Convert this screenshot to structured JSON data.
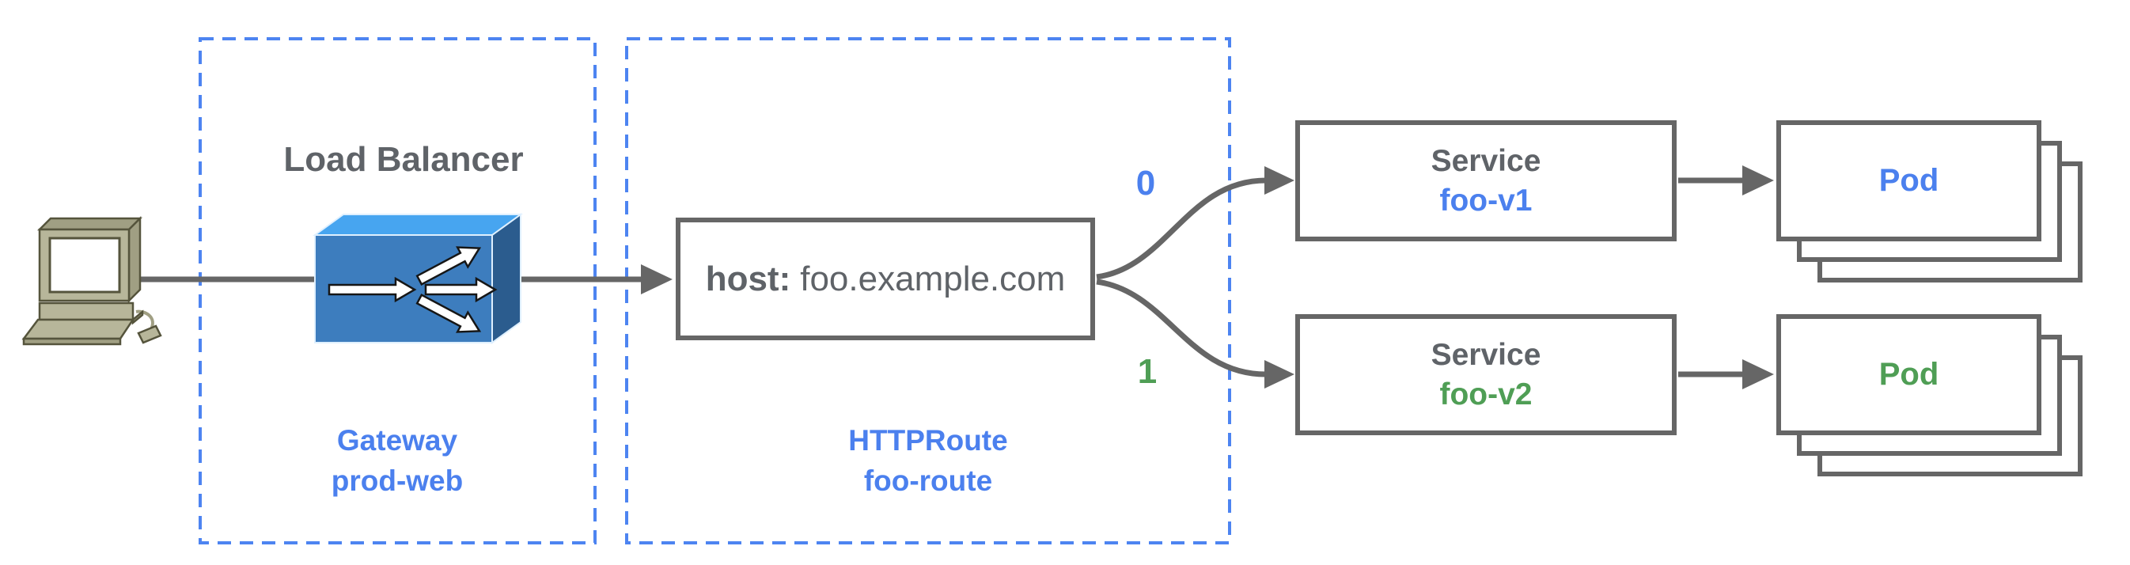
{
  "colors": {
    "accent_blue": "#4b80ee",
    "accent_green": "#4f9e55",
    "dash_blue": "#4d84f1",
    "line_gray": "#666666",
    "text_gray": "#5f6368",
    "computer_body": "#b7b69a",
    "computer_shade": "#a09f83",
    "computer_outline": "#55543c",
    "lb_front": "#3d7dbe",
    "lb_top": "#47a5f0",
    "lb_side": "#2b5c8e"
  },
  "gateway_group": {
    "title": "Load Balancer",
    "kind_label": "Gateway",
    "resource_name": "prod-web"
  },
  "route_group": {
    "kind_label": "HTTPRoute",
    "resource_name": "foo-route",
    "host_key": "host:",
    "host_value": "foo.example.com"
  },
  "branches": [
    {
      "weight": "0",
      "service_label": "Service",
      "service_name": "foo-v1",
      "pod_label": "Pod"
    },
    {
      "weight": "1",
      "service_label": "Service",
      "service_name": "foo-v2",
      "pod_label": "Pod"
    }
  ]
}
